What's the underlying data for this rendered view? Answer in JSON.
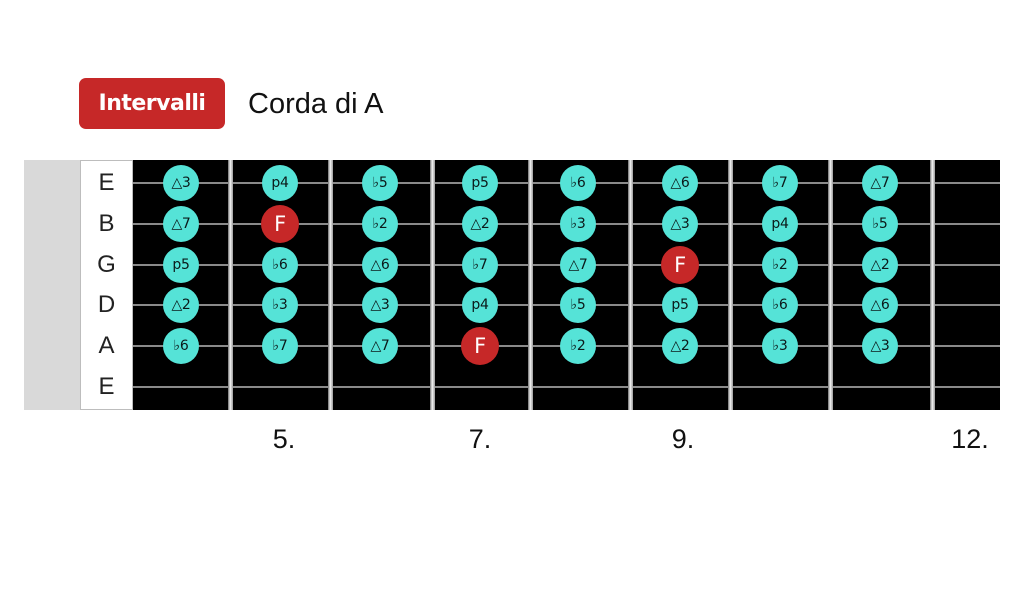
{
  "header": {
    "badge": "Intervalli",
    "title": "Corda di A"
  },
  "colors": {
    "badge": "#c62828",
    "interval_marker": "#55e3d7",
    "root_marker": "#c62828",
    "board": "#000000"
  },
  "strings": [
    "E",
    "B",
    "G",
    "D",
    "A",
    "E"
  ],
  "fret_numbers": [
    {
      "label": "5.",
      "fret": 5
    },
    {
      "label": "7.",
      "fret": 7
    },
    {
      "label": "9.",
      "fret": 9
    },
    {
      "label": "12.",
      "fret": 12
    }
  ],
  "grid": [
    [
      "△3",
      "p4",
      "♭5",
      "p5",
      "♭6",
      "△6",
      "♭7",
      "△7"
    ],
    [
      "△7",
      "F",
      "♭2",
      "△2",
      "♭3",
      "△3",
      "p4",
      "♭5"
    ],
    [
      "p5",
      "♭6",
      "△6",
      "♭7",
      "△7",
      "F",
      "♭2",
      "△2"
    ],
    [
      "△2",
      "♭3",
      "△3",
      "p4",
      "♭5",
      "p5",
      "♭6",
      "△6"
    ],
    [
      "♭6",
      "♭7",
      "△7",
      "F",
      "♭2",
      "△2",
      "♭3",
      "△3"
    ],
    [
      "",
      "",
      "",
      "",
      "",
      "",
      "",
      ""
    ]
  ],
  "root_note": "F"
}
